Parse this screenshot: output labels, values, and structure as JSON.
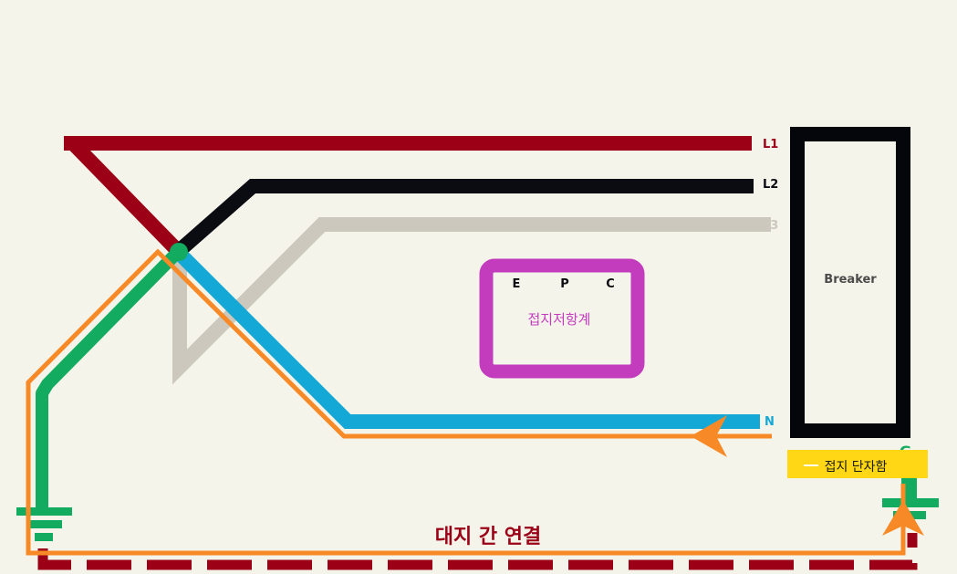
{
  "lines": {
    "l1": {
      "label": "L1",
      "color": "#9b0016"
    },
    "l2": {
      "label": "L2",
      "color": "#0b0b12"
    },
    "l3": {
      "label": "L3",
      "color": "#cdc8bd"
    },
    "n": {
      "label": "N",
      "color": "#14a8d6"
    },
    "g": {
      "label": "G",
      "color": "#13ab60"
    }
  },
  "breaker": {
    "label": "Breaker",
    "color": "#05050c"
  },
  "meter": {
    "title": "접지저항계",
    "terminals": {
      "e": "E",
      "p": "P",
      "c": "C"
    },
    "color": "#c33cbe"
  },
  "terminal_box": {
    "label": "접지 단자함",
    "color": "#ffd715"
  },
  "earth_connection": {
    "label": "대지 간 연결",
    "color": "#9b0016"
  },
  "current_path_color": "#f78a27"
}
